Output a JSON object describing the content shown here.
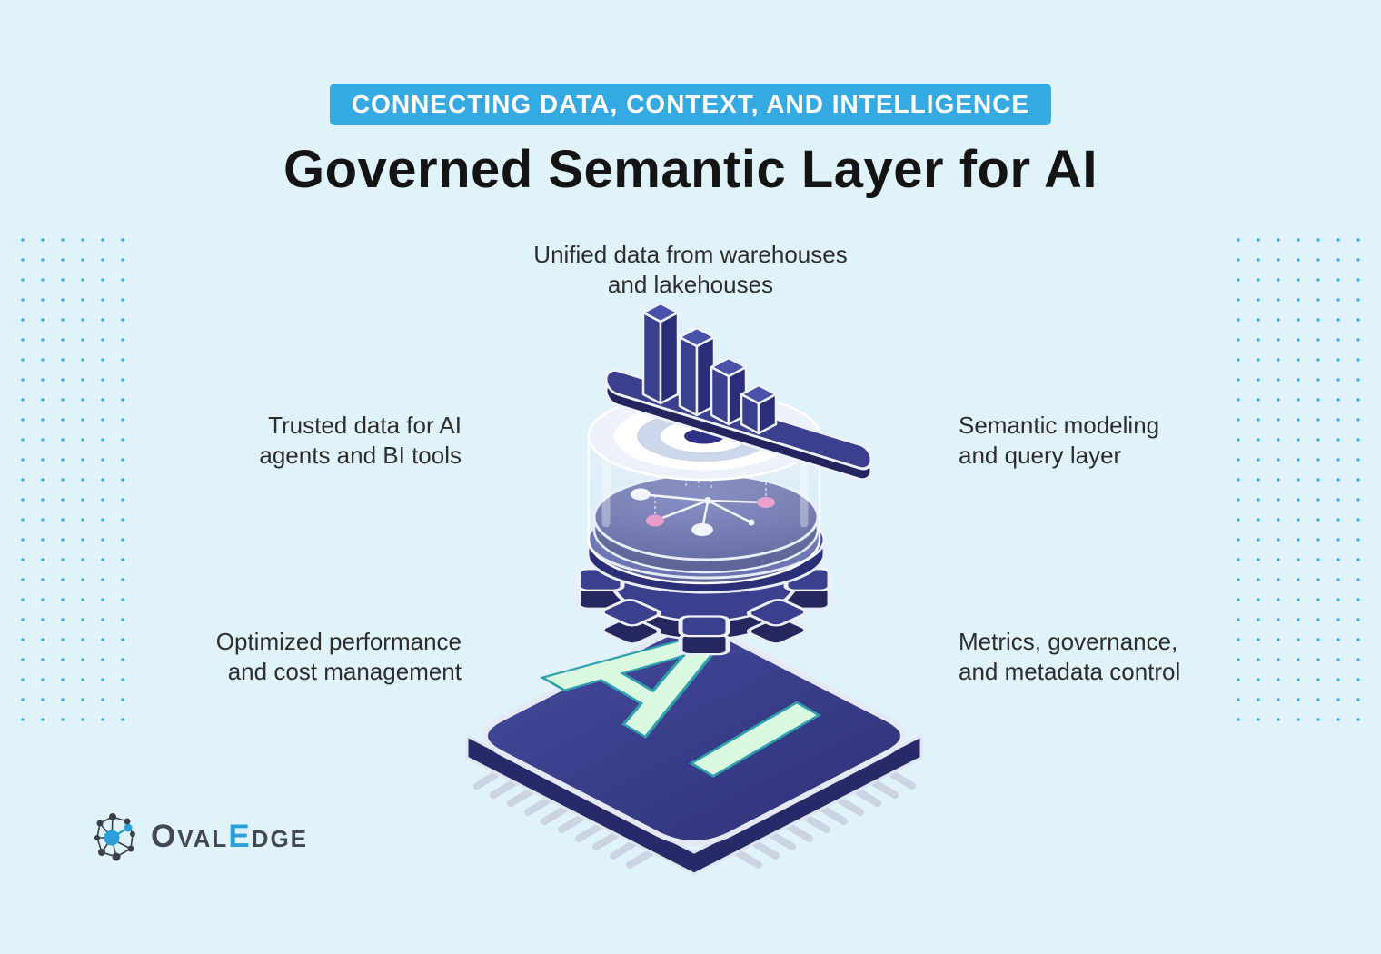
{
  "colors": {
    "background": "#e0f3fa",
    "banner_bg": "#35a9e1",
    "banner_text": "#ffffff",
    "title_text": "#141414",
    "body_text": "#2d2d2d",
    "indigo_dark": "#262a68",
    "indigo": "#3a408e",
    "indigo_light": "#4a51a8",
    "mint": "#d9f8e0",
    "teal_edge": "#2f9fae",
    "pink": "#f272b2",
    "dot_blue": "#3fb0e6",
    "logo_dark": "#42484f",
    "logo_blue": "#2ba0d8"
  },
  "banner": {
    "label": "CONNECTING DATA, CONTEXT, AND INTELLIGENCE"
  },
  "title": {
    "text": "Governed Semantic Layer for AI"
  },
  "callouts": {
    "top": {
      "text": "Unified data from warehouses\nand lakehouses"
    },
    "left_upper": {
      "text": "Trusted data for AI\nagents and BI tools"
    },
    "right_upper": {
      "text": "Semantic modeling\nand query layer"
    },
    "left_lower": {
      "text": "Optimized performance\nand cost management"
    },
    "right_lower": {
      "text": "Metrics, governance,\nand metadata control"
    }
  },
  "illustration": {
    "chip_label": "AI",
    "icons": [
      "bar-chart-icon",
      "target-disc-icon",
      "network-disc-icon",
      "gear-icon",
      "ai-chip-icon",
      "glass-cylinder-icon"
    ]
  },
  "logo": {
    "icon": "network-graph-icon",
    "part1": "O",
    "part2": "VAL",
    "part3": "E",
    "part4": "DGE"
  }
}
